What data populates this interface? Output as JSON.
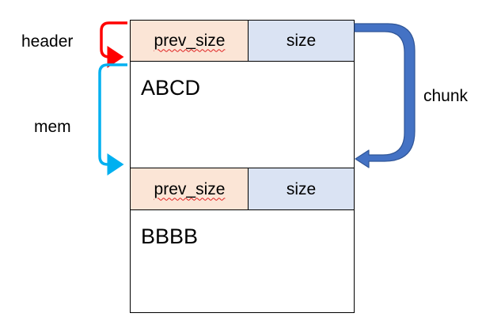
{
  "labels": {
    "header": "header",
    "mem": "mem",
    "chunk": "chunk"
  },
  "chunk1": {
    "prev_size": "prev_size",
    "size": "size",
    "data": "ABCD"
  },
  "chunk2": {
    "prev_size": "prev_size",
    "size": "size",
    "data": "BBBB"
  },
  "colors": {
    "prev_size_fill": "#fbe5d6",
    "size_fill": "#dae3f3",
    "header_arrow": "#ff0000",
    "mem_arrow": "#00b0f0",
    "chunk_arrow": "#4472c4",
    "chunk_arrow_outline": "#2f5597"
  }
}
